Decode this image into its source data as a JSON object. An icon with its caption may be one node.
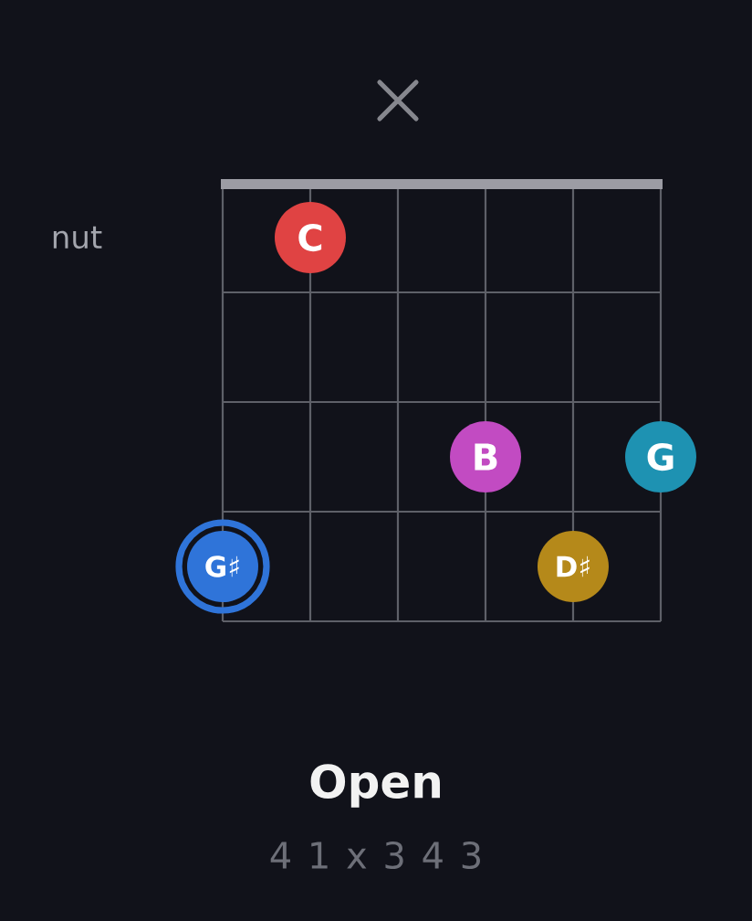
{
  "diagram": {
    "title": "Open",
    "nodes": [
      {
        "text": [
          "C"
        ]
      },
      {
        "text": [
          "B"
        ]
      },
      {
        "text": [
          "G"
        ]
      },
      {
        "text": [
          "G♯"
        ]
      },
      {
        "text": [
          "D♯"
        ]
      }
    ],
    "labels": [
      "nut",
      "4 1 x 3 4 3"
    ]
  }
}
